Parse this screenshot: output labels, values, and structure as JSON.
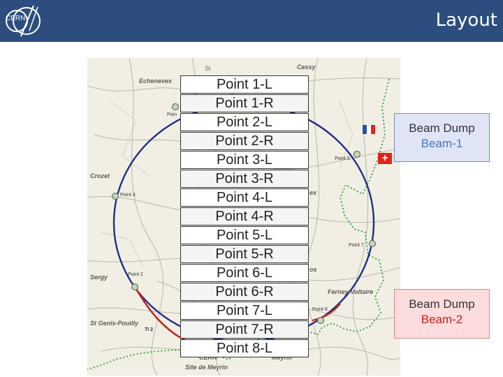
{
  "header": {
    "title": "Layout",
    "logo_text": "CERN",
    "background_color": "#2c4d7e"
  },
  "map": {
    "places": {
      "echenevex": "Echenevex",
      "cessy": "Cessy",
      "crozet": "Crozet",
      "sergy": "Sergy",
      "st_genis": "St Genis-Pouilly",
      "ferney": "Ferney-Voltaire",
      "meyrin": "Meyrin",
      "cern": "CERN",
      "site": "Site de Meyrin"
    },
    "point_labels": {
      "point_3": "Point 3",
      "point_2": "Point 2",
      "point_5": "Point 5",
      "point_7": "Point 7",
      "point_8": "Point 8",
      "point_4_partial": "Poin",
      "ti2": "TI 2"
    },
    "fragments": {
      "top": "St",
      "ex": "ex",
      "os": "os"
    }
  },
  "points_list": [
    "Point 1-L",
    "Point 1-R",
    "Point 2-L",
    "Point 2-R",
    "Point 3-L",
    "Point 3-R",
    "Point 4-L",
    "Point 4-R",
    "Point 5-L",
    "Point 5-R",
    "Point 6-L",
    "Point 6-R",
    "Point 7-L",
    "Point 7-R",
    "Point 8-L"
  ],
  "beam_dump_1": {
    "line1": "Beam Dump",
    "line2": "Beam-1",
    "accent": "#4a73c6"
  },
  "beam_dump_2": {
    "line1": "Beam Dump",
    "line2": "Beam-2",
    "accent": "#c81f1f"
  },
  "colors": {
    "ring": "#1f2f8a",
    "transfer_line": "#c0281e",
    "border": "#2e9c3c"
  }
}
